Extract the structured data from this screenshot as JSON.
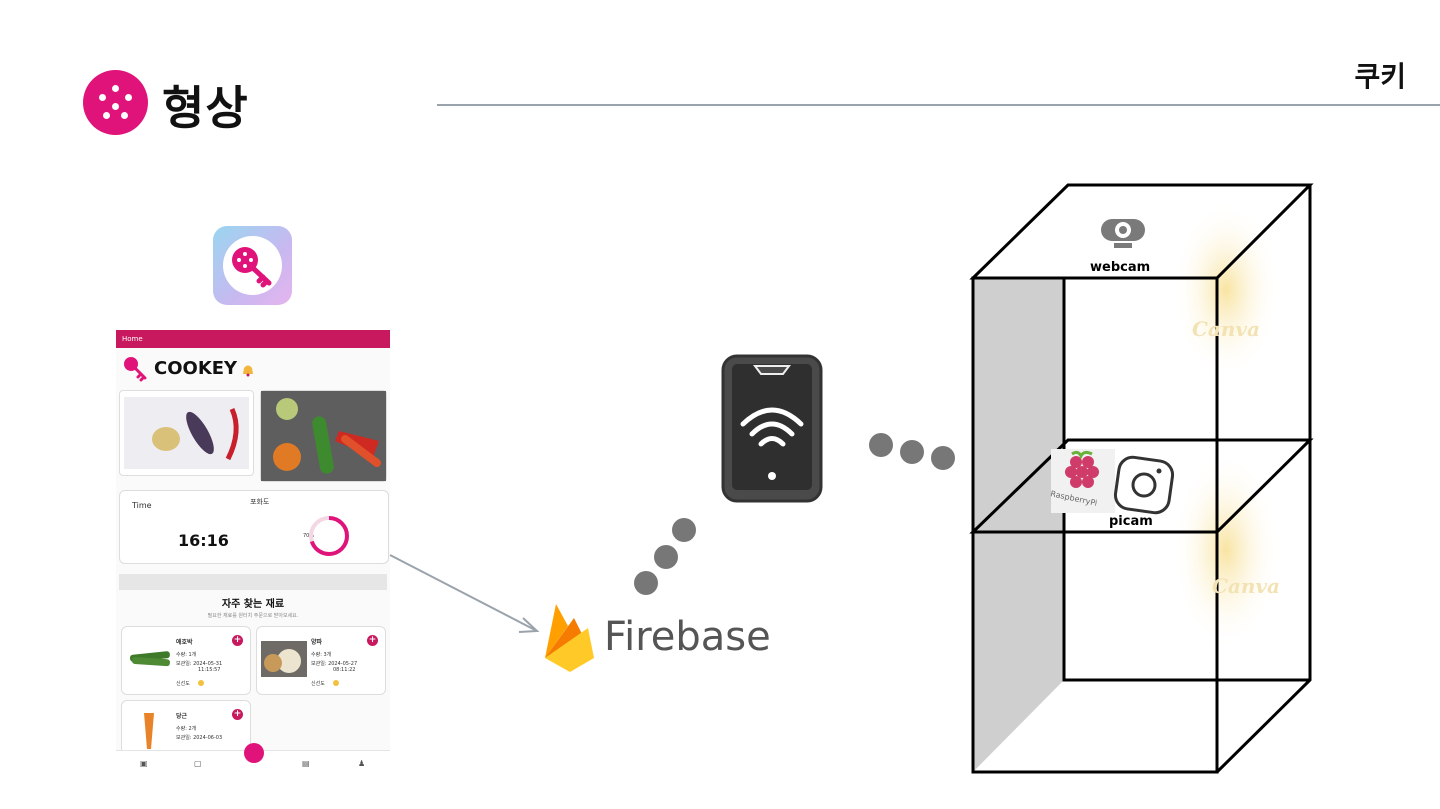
{
  "header": {
    "title": "형상",
    "team": "쿠키"
  },
  "app": {
    "nav_title": "Home",
    "brand": "COOKEY",
    "time_label": "Time",
    "freshness_label": "포화도",
    "time_value": "16:16",
    "gauge_value": "70%",
    "gauge_fraction": 0.7,
    "section_title": "자주 찾는 재료",
    "section_subtitle": "필요한 재료를 원터치 주문으로 받아보세요.",
    "items": [
      {
        "name": "애호박",
        "qty": "수량: 1개",
        "date_label": "보관일: 2024-05-31",
        "time": "11:15:57",
        "fresh": "신선도"
      },
      {
        "name": "양파",
        "qty": "수량: 3개",
        "date_label": "보관일: 2024-05-27",
        "time": "08:11:22",
        "fresh": "신선도"
      },
      {
        "name": "당근",
        "qty": "수량: 2개",
        "date_label": "보관일: 2024-06-03"
      }
    ],
    "plus": "+"
  },
  "diagram": {
    "firebase": "Firebase",
    "webcam": "webcam",
    "picam": "picam",
    "raspberry": "RaspberryPi",
    "watermark": "Canva"
  },
  "colors": {
    "accent": "#e0137a",
    "firebase_orange": "#f6a01a",
    "firebase_yellow": "#ffca28",
    "dots": "#777777"
  }
}
